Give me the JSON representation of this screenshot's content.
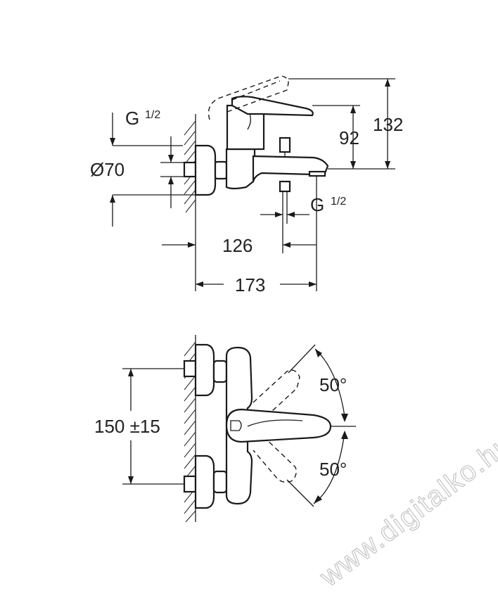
{
  "top_view": {
    "dim_inlet_label": "G",
    "dim_inlet_fraction": "1/2",
    "dim_rosette": "Ø70",
    "dim_spout_height": "92",
    "dim_total_height": "132",
    "dim_outlet_label": "G",
    "dim_outlet_fraction": "1/2",
    "dim_spout_reach": "126",
    "dim_total_depth": "173"
  },
  "front_view": {
    "dim_centers": "150 ±15",
    "angle_upper": "50°",
    "angle_lower": "50°"
  },
  "watermark": {
    "text": "www.digitalko.hu"
  }
}
